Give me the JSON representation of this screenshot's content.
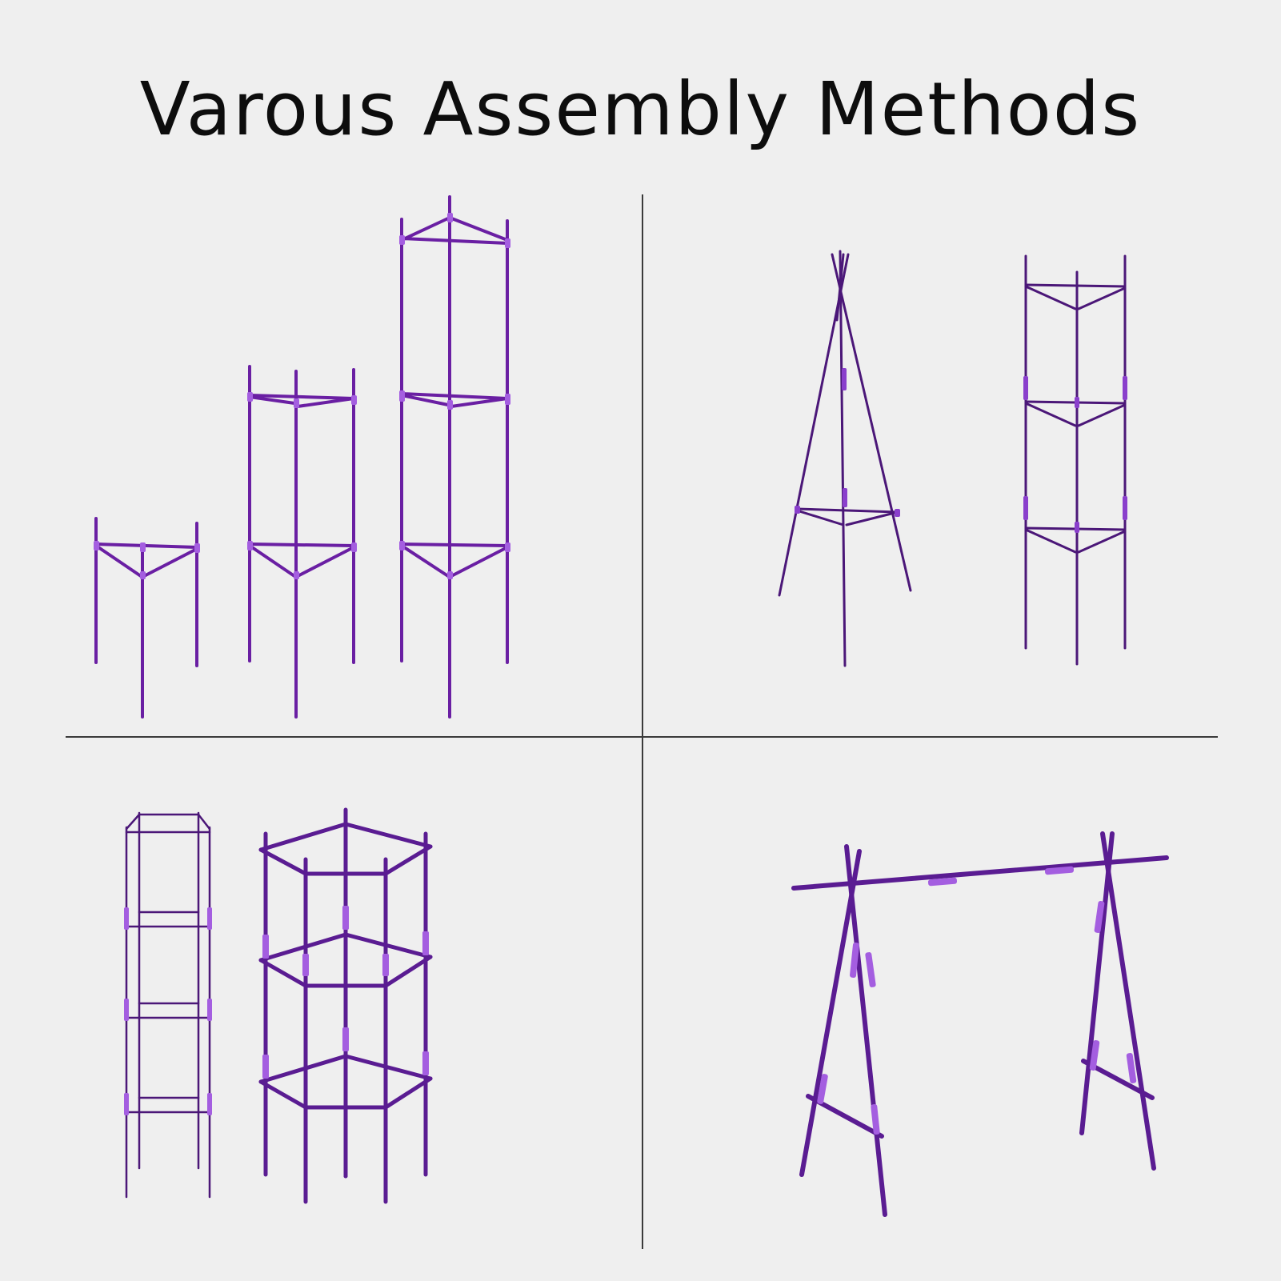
{
  "title": "Varous Assembly Methods",
  "colors": {
    "background": "#efefef",
    "stake": "#6a1fa3",
    "stake_dark": "#4b1778",
    "connector": "#a45ee0",
    "divider": "#3a3a3a",
    "text": "#0d0d0d"
  },
  "panels": [
    {
      "name": "three-heights-cages-illustration"
    },
    {
      "name": "teepee-and-triangle-tower-illustration"
    },
    {
      "name": "square-and-hexagon-cage-illustration"
    },
    {
      "name": "a-frame-trellis-illustration"
    }
  ]
}
